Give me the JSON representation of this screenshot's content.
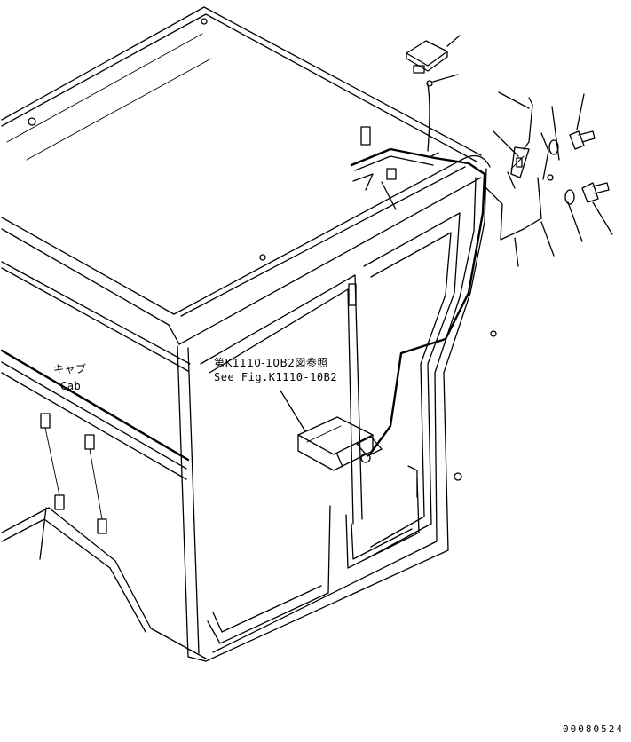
{
  "labels": {
    "cab_japanese": "キャブ",
    "cab_english": "Cab",
    "reference_japanese": "第K1110-10B2図参照",
    "reference_english": "See Fig.K1110-10B2"
  },
  "drawing_number": "00080524",
  "colors": {
    "line": "#000000",
    "background": "#ffffff"
  },
  "icons": [
    "antenna-mount-icon",
    "cable-harness-icon",
    "controller-box-icon",
    "bolt-icon",
    "washer-icon"
  ]
}
